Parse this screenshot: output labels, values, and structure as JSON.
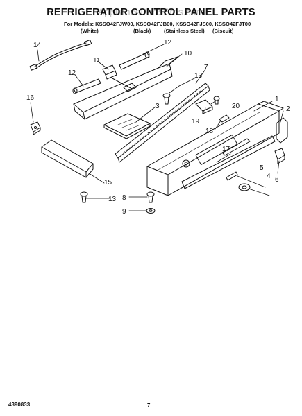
{
  "header": {
    "title": "REFRIGERATOR CONTROL PANEL PARTS",
    "watermark": "AppliancePartsPros.com",
    "models_line": "For Models: KSSO42FJW00, KSSO42FJB00, KSSO42FJS00, KSSO42FJT00",
    "variants": [
      "(White)",
      "(Black)",
      "(Stainless Steel)",
      "(Biscuit)"
    ]
  },
  "callouts": {
    "c1": "1",
    "c2": "2",
    "c3": "3",
    "c4": "4",
    "c5": "5",
    "c6": "6",
    "c7": "7",
    "c8": "8",
    "c9": "9",
    "c10": "10",
    "c11": "11",
    "c12a": "12",
    "c12b": "12",
    "c13a": "13",
    "c13b": "13",
    "c14": "14",
    "c15": "15",
    "c16": "16",
    "c17": "17",
    "c18": "18",
    "c19": "19",
    "c20": "20"
  },
  "footer": {
    "doc_number": "4390833",
    "page_number": "7"
  }
}
